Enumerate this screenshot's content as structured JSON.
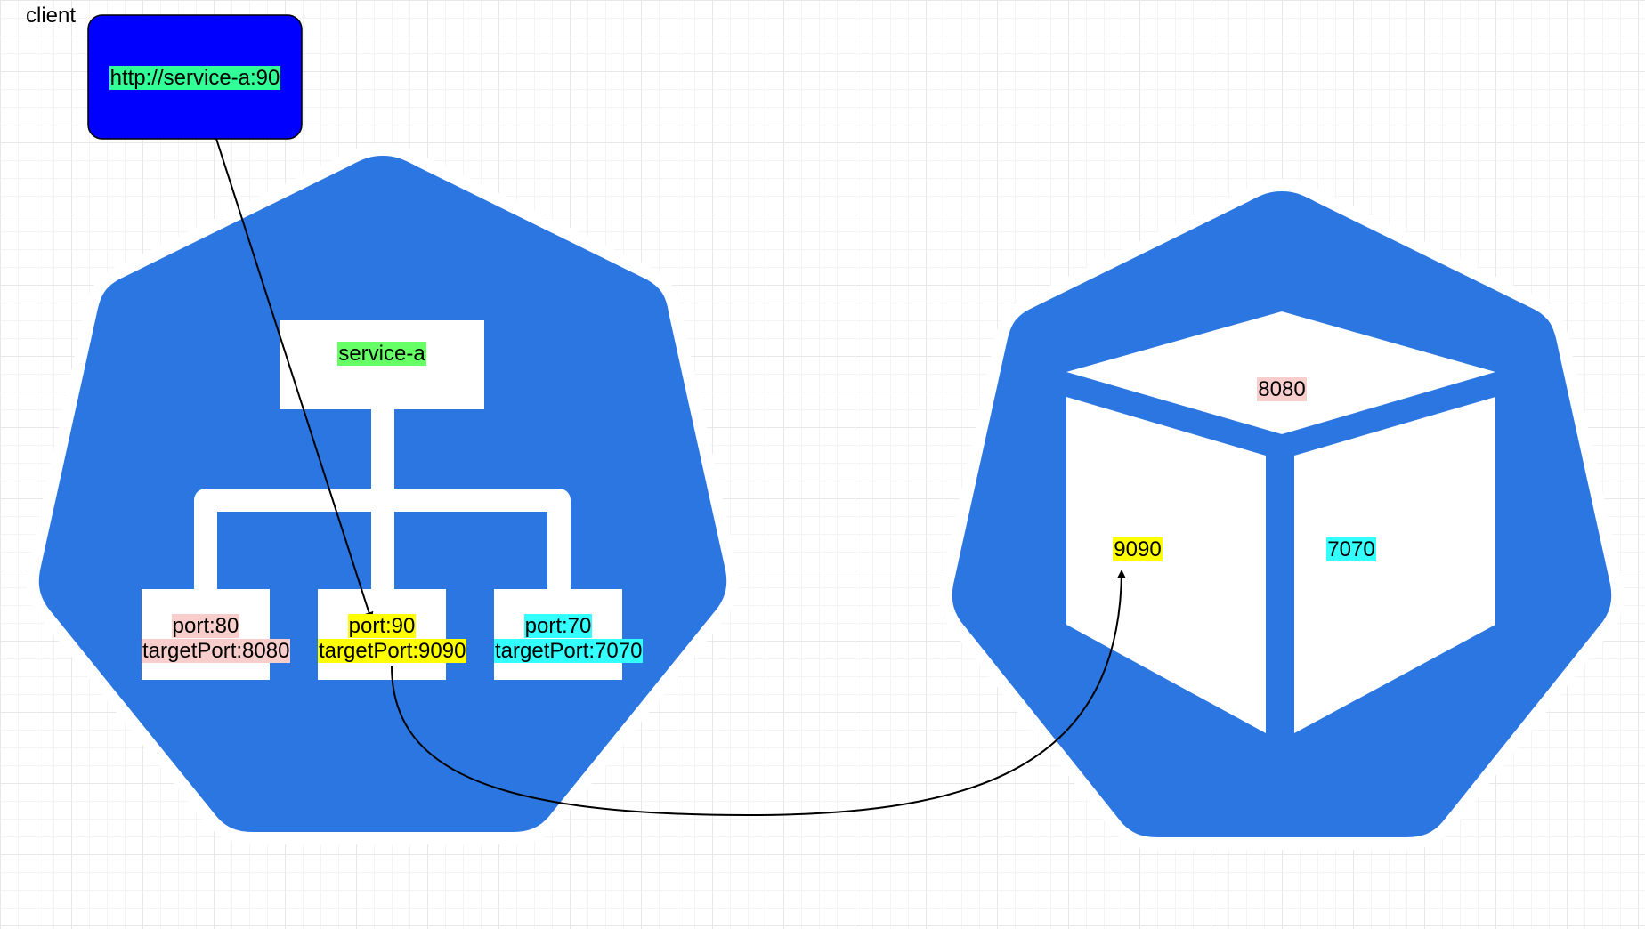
{
  "client": {
    "label": "client",
    "url": "http://service-a:90"
  },
  "service": {
    "name": "service-a",
    "ports": [
      {
        "port": "port:80",
        "target": "targetPort:8080",
        "color": "#f8cecc"
      },
      {
        "port": "port:90",
        "target": "targetPort:9090",
        "color": "#ffff00"
      },
      {
        "port": "port:70",
        "target": "targetPort:7070",
        "color": "#33ffff"
      }
    ]
  },
  "pod": {
    "top_port": "8080",
    "left_port": "9090",
    "right_port": "7070"
  },
  "colors": {
    "heptagon": "#2b76e0",
    "client_box": "#0000ff",
    "pink": "#f8cecc",
    "yellow": "#ffff00",
    "cyan": "#33ffff",
    "green": "#66ff66"
  }
}
